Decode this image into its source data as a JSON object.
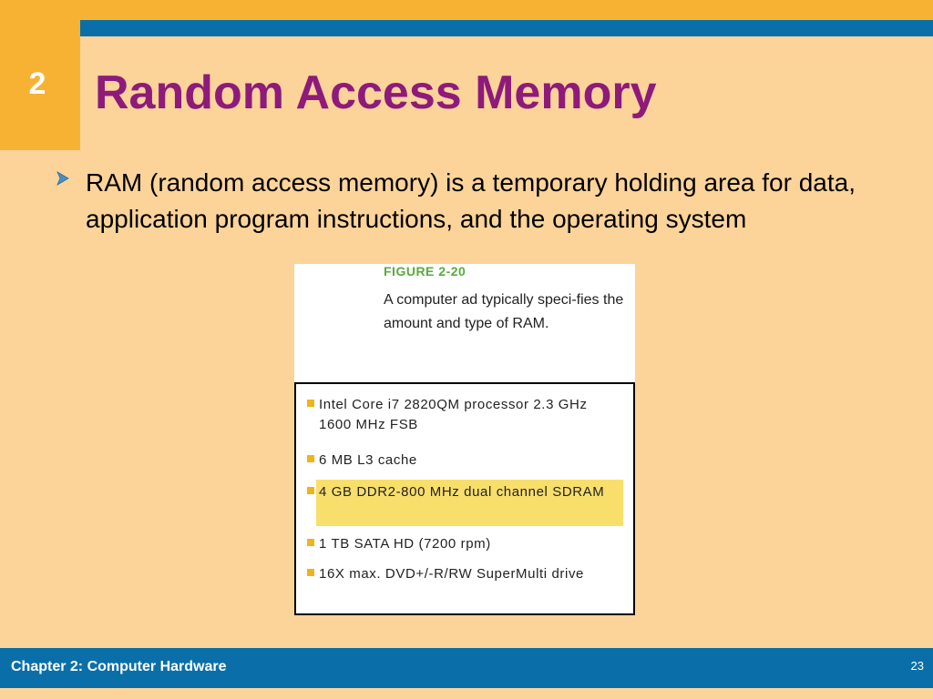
{
  "chapter_number": "2",
  "title": "Random Access Memory",
  "bullet": "RAM (random access memory) is a temporary holding area for data, application program instructions, and the operating system",
  "figure": {
    "label": "FIGURE 2-20",
    "caption": "A computer ad typically speci-fies the amount and type of RAM.",
    "specs": [
      "Intel Core i7 2820QM processor 2.3 GHz 1600 MHz FSB",
      "6 MB L3 cache",
      "4 GB DDR2-800 MHz dual channel SDRAM",
      "1 TB SATA HD (7200 rpm)",
      "16X max. DVD+/-R/RW SuperMulti drive"
    ],
    "highlighted_spec": "4 GB DDR2-800 MHz dual channel SDRAM",
    "highlight_color": "#f8df6b",
    "bullet_color": "#f2b21c"
  },
  "footer": {
    "chapter_label": "Chapter 2: Computer Hardware",
    "page_number": "23"
  },
  "colors": {
    "background": "#fcd49a",
    "accent_orange": "#f8b233",
    "accent_blue": "#0a6fa9",
    "title": "#8e1a7a"
  }
}
